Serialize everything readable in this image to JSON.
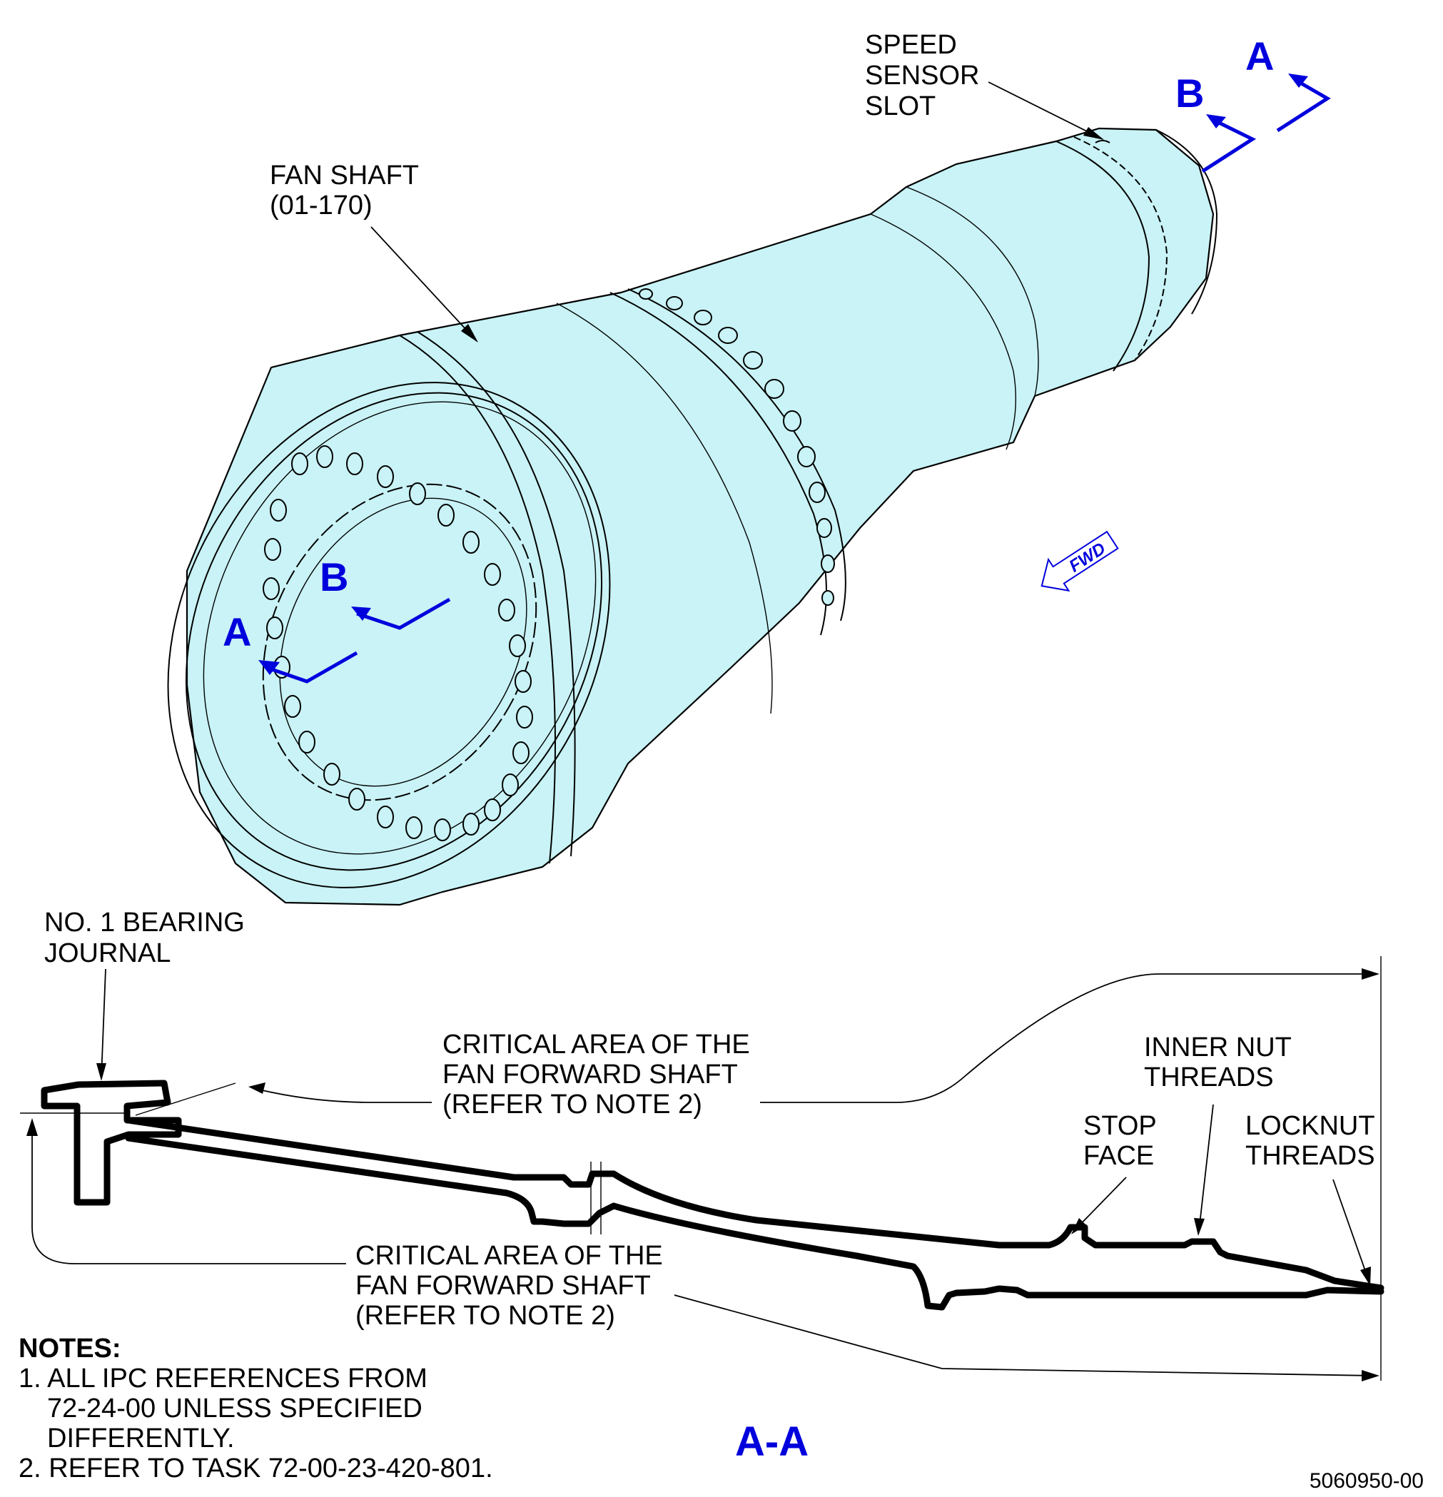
{
  "labels": {
    "speed_sensor_slot": [
      "SPEED",
      "SENSOR",
      "SLOT"
    ],
    "fan_shaft": [
      "FAN SHAFT",
      "(01-170)"
    ],
    "bearing_journal": [
      "NO. 1 BEARING",
      "JOURNAL"
    ],
    "critical_area_top": [
      "CRITICAL AREA OF THE",
      "FAN FORWARD SHAFT",
      "(REFER TO NOTE 2)"
    ],
    "critical_area_bottom": [
      "CRITICAL AREA OF THE",
      "FAN FORWARD SHAFT",
      "(REFER TO NOTE 2)"
    ],
    "inner_nut_threads": [
      "INNER NUT",
      "THREADS"
    ],
    "stop_face": [
      "STOP",
      "FACE"
    ],
    "locknut_threads": [
      "LOCKNUT",
      "THREADS"
    ]
  },
  "cut_markers": {
    "a": "A",
    "b": "B"
  },
  "fwd_arrow": "FWD",
  "section_title": "A-A",
  "notes": {
    "heading": "NOTES:",
    "items": [
      [
        "1. ALL IPC REFERENCES FROM",
        "72-24-00 UNLESS SPECIFIED",
        "DIFFERENTLY."
      ],
      [
        "2. REFER TO TASK 72-00-23-420-801."
      ]
    ]
  },
  "figure_number": "5060950-00",
  "colors": {
    "part_fill": "#c9f3f6",
    "cut_marker": "#0000dd",
    "line": "#000000"
  }
}
